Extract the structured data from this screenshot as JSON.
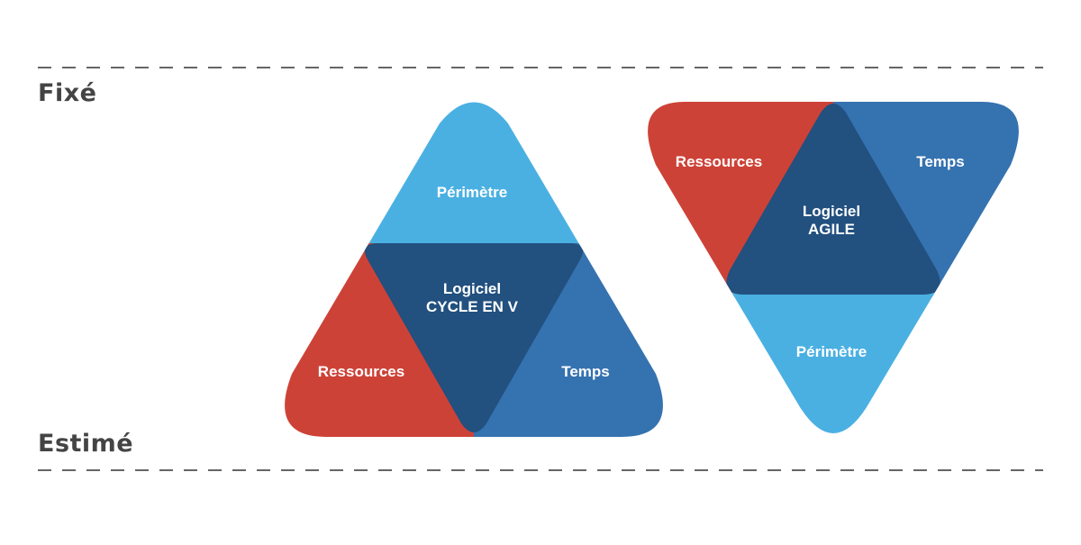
{
  "labels": {
    "top": "Fixé",
    "bottom": "Estimé"
  },
  "v_cycle": {
    "top": "Périmètre",
    "center_line1": "Logiciel",
    "center_line2": "CYCLE EN V",
    "left": "Ressources",
    "right": "Temps"
  },
  "agile": {
    "left": "Ressources",
    "right": "Temps",
    "center_line1": "Logiciel",
    "center_line2": "AGILE",
    "bottom": "Périmètre"
  },
  "colors": {
    "red": "#CD4237",
    "light_blue": "#4AB0E2",
    "mid_blue": "#3572B0",
    "dark_blue": "#22507F",
    "label_gray": "#444444",
    "dash_gray": "#666666"
  }
}
